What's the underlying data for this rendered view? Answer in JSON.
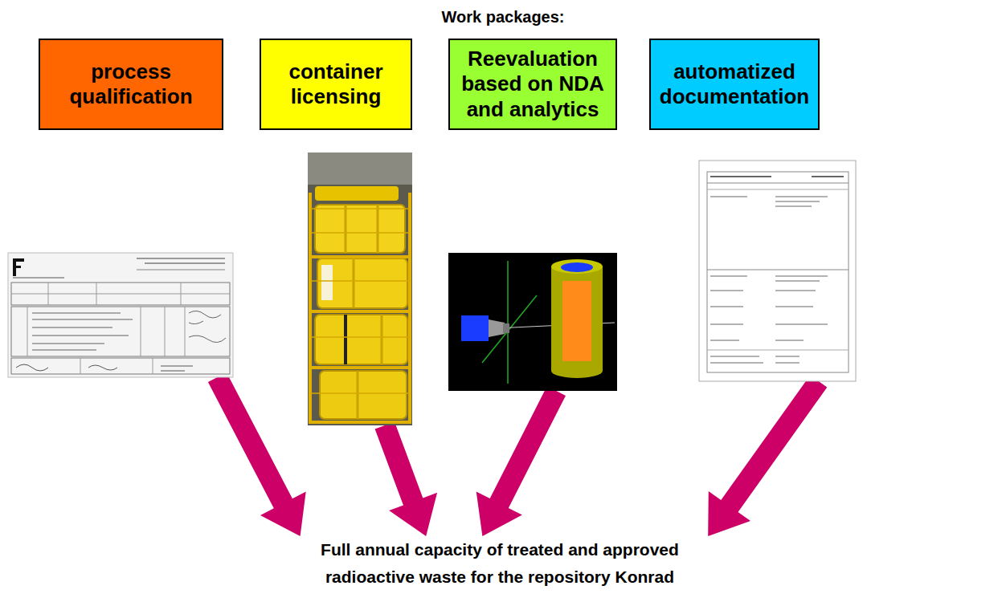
{
  "diagram": {
    "title": "Work packages:",
    "nodes": [
      {
        "text": [
          "process qualification"
        ]
      },
      {
        "text": [
          "container licensing"
        ]
      },
      {
        "text": [
          "Reevaluation based on NDA and analytics"
        ]
      },
      {
        "text": [
          "automatized documentation"
        ]
      },
      {
        "text": [
          "Full annual capacity of treated and approved radioactive waste for the repository Konrad"
        ]
      }
    ],
    "edges": [
      {
        "from": 0,
        "to": 4,
        "arrow": "to"
      },
      {
        "from": 1,
        "to": 4,
        "arrow": "to"
      },
      {
        "from": 2,
        "to": 4,
        "arrow": "to"
      },
      {
        "from": 3,
        "to": 4,
        "arrow": "to"
      }
    ]
  }
}
